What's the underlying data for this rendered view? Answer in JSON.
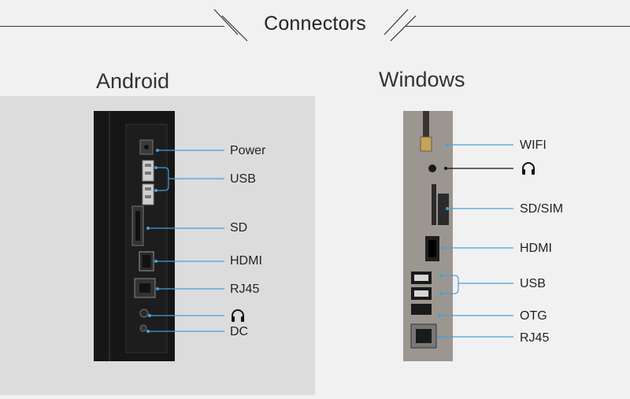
{
  "header": {
    "title": "Connectors"
  },
  "android": {
    "title": "Android",
    "labels": {
      "power": "Power",
      "usb": "USB",
      "sd": "SD",
      "hdmi": "HDMI",
      "rj45": "RJ45",
      "headphone": "headphone-icon",
      "dc": "DC"
    }
  },
  "windows": {
    "title": "Windows",
    "labels": {
      "wifi": "WIFI",
      "headphone": "headphone-icon",
      "sdsim": "SD/SIM",
      "hdmi": "HDMI",
      "usb": "USB",
      "otg": "OTG",
      "rj45": "RJ45"
    }
  },
  "colors": {
    "leader_line": "#4a9fd8",
    "leader_line_dark": "#111111",
    "android_panel": "#161616",
    "windows_panel": "#9c9690",
    "android_bg": "#dcdcdc"
  }
}
